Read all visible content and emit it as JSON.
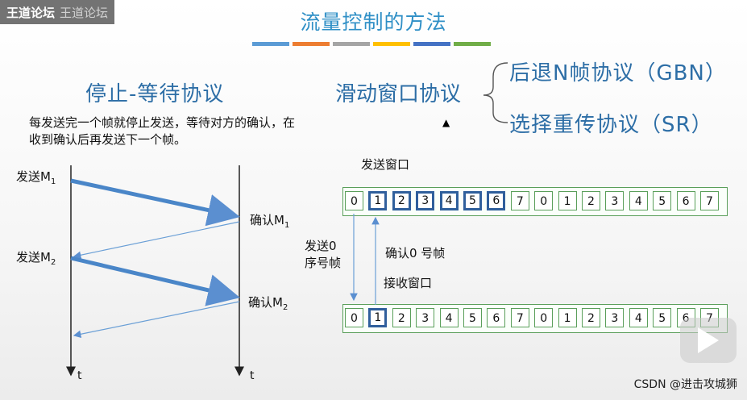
{
  "watermark_top_left": {
    "text": "王道论坛",
    "sub": "王道论坛"
  },
  "slide": {
    "title": "流量控制的方法",
    "color_bar_colors": [
      "#5b9bd5",
      "#ed7d31",
      "#a5a5a5",
      "#ffc000",
      "#4472c4",
      "#70ad47"
    ]
  },
  "left_section": {
    "title": "停止-等待协议",
    "description": "每发送完一个帧就停止发送，等待对方的确认，在收到确认后再发送下一个帧。",
    "send1_label": "发送M",
    "send1_sub": "1",
    "send2_label": "发送M",
    "send2_sub": "2",
    "ack1_label": "确认M",
    "ack1_sub": "1",
    "ack2_label": "确认M",
    "ack2_sub": "2",
    "time_left": "t",
    "time_right": "t"
  },
  "right_section": {
    "title": "滑动窗口协议",
    "gbn": "后退N帧协议（GBN）",
    "sr": "选择重传协议（SR）",
    "send_window_label": "发送窗口",
    "recv_window_label": "接收窗口",
    "send_frame_label_line1": "发送0",
    "send_frame_label_line2": "序号帧",
    "ack_label": "确认0 号帧",
    "send_sequence": [
      "0",
      "1",
      "2",
      "3",
      "4",
      "5",
      "6",
      "7",
      "0",
      "1",
      "2",
      "3",
      "4",
      "5",
      "6",
      "7"
    ],
    "send_window_highlight": [
      1,
      2,
      3,
      4,
      5,
      6
    ],
    "recv_sequence": [
      "0",
      "1",
      "2",
      "3",
      "4",
      "5",
      "6",
      "7",
      "0",
      "1",
      "2",
      "3",
      "4",
      "5",
      "6",
      "7"
    ],
    "recv_window_highlight": [
      1
    ]
  },
  "footer": {
    "csdn": "CSDN @进击攻城狮"
  },
  "icons": {
    "play": "play-icon",
    "cursor": "mouse-pointer-icon"
  }
}
